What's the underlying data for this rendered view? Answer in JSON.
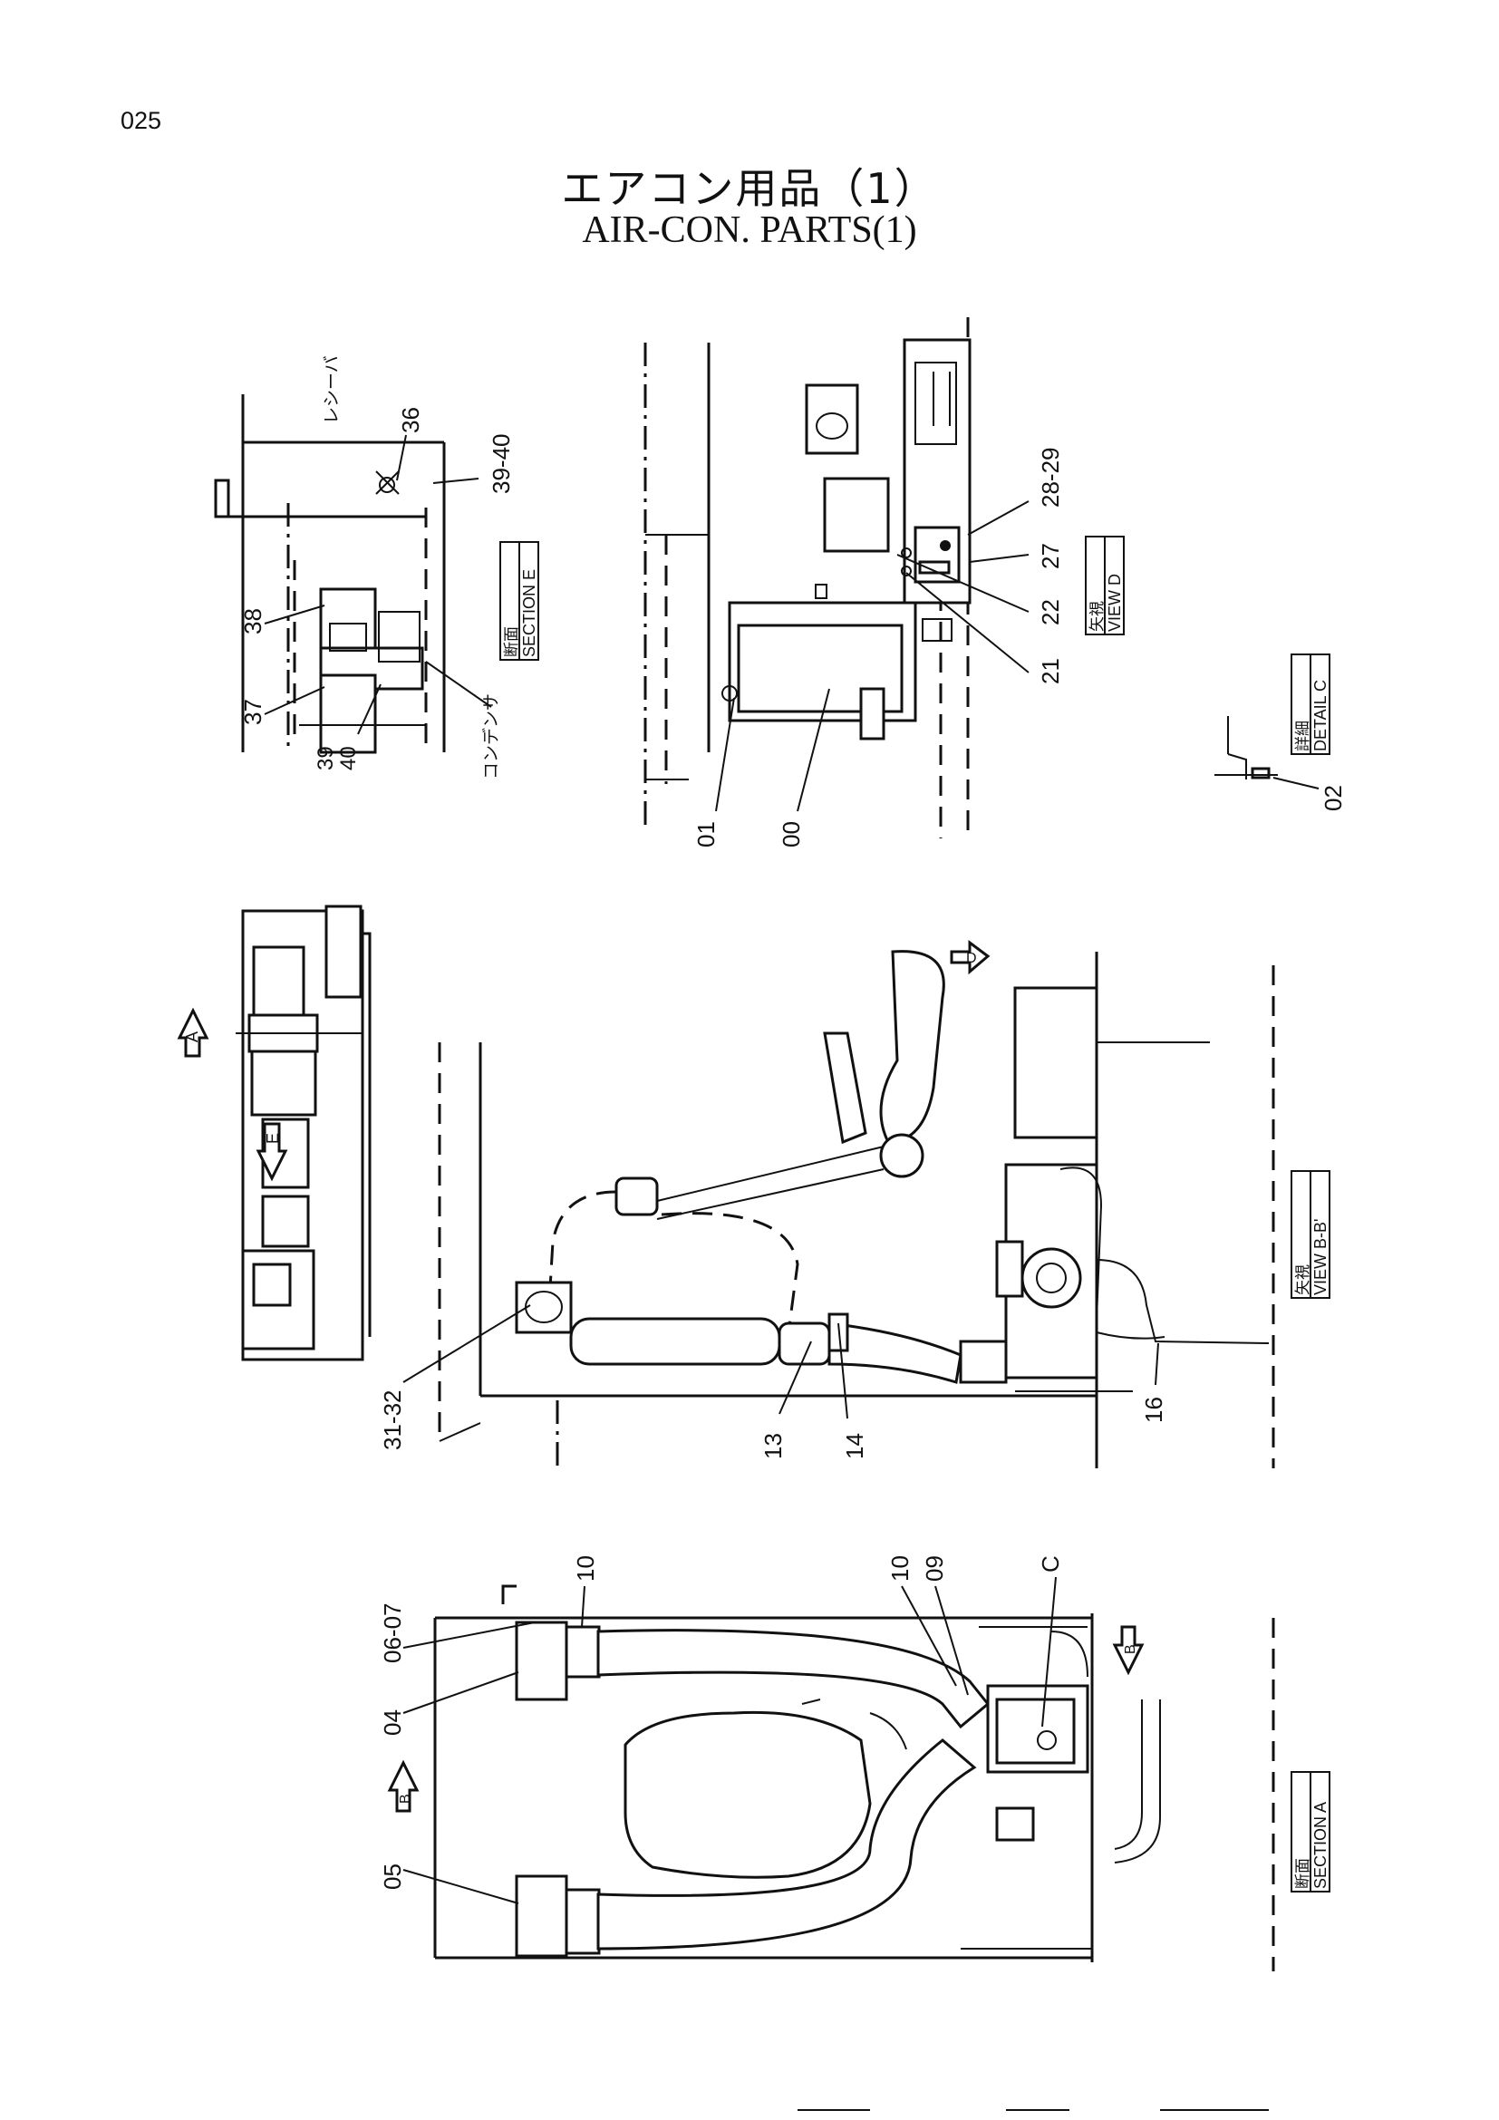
{
  "page": {
    "number": "025"
  },
  "title": {
    "japanese": "エアコン用品（1）",
    "english": "AIR-CON. PARTS(1)"
  },
  "views": {
    "section_e": {
      "label_jp": "断面",
      "label_en": "SECTION E",
      "part_labels": [
        "36",
        "39-40",
        "38",
        "37",
        "39",
        "40"
      ],
      "jp_notes": [
        "レシーバ",
        "コンデンサ"
      ]
    },
    "view_d": {
      "label_jp": "矢視",
      "label_en": "VIEW D",
      "part_labels": [
        "28-29",
        "27",
        "22",
        "21",
        "01",
        "00"
      ]
    },
    "detail_c": {
      "label_jp": "詳細",
      "label_en": "DETAIL C",
      "part_labels": [
        "02"
      ]
    },
    "view_bb": {
      "label_jp": "矢視",
      "label_en": "VIEW B-B'",
      "part_labels": [
        "31-32",
        "13",
        "14",
        "16"
      ],
      "arrow_labels": [
        "A",
        "E",
        "D"
      ]
    },
    "section_a": {
      "label_jp": "断面",
      "label_en": "SECTION A",
      "part_labels": [
        "10",
        "06-07",
        "04",
        "05",
        "10",
        "09",
        "C"
      ],
      "arrow_labels": [
        "B",
        "B"
      ]
    }
  }
}
